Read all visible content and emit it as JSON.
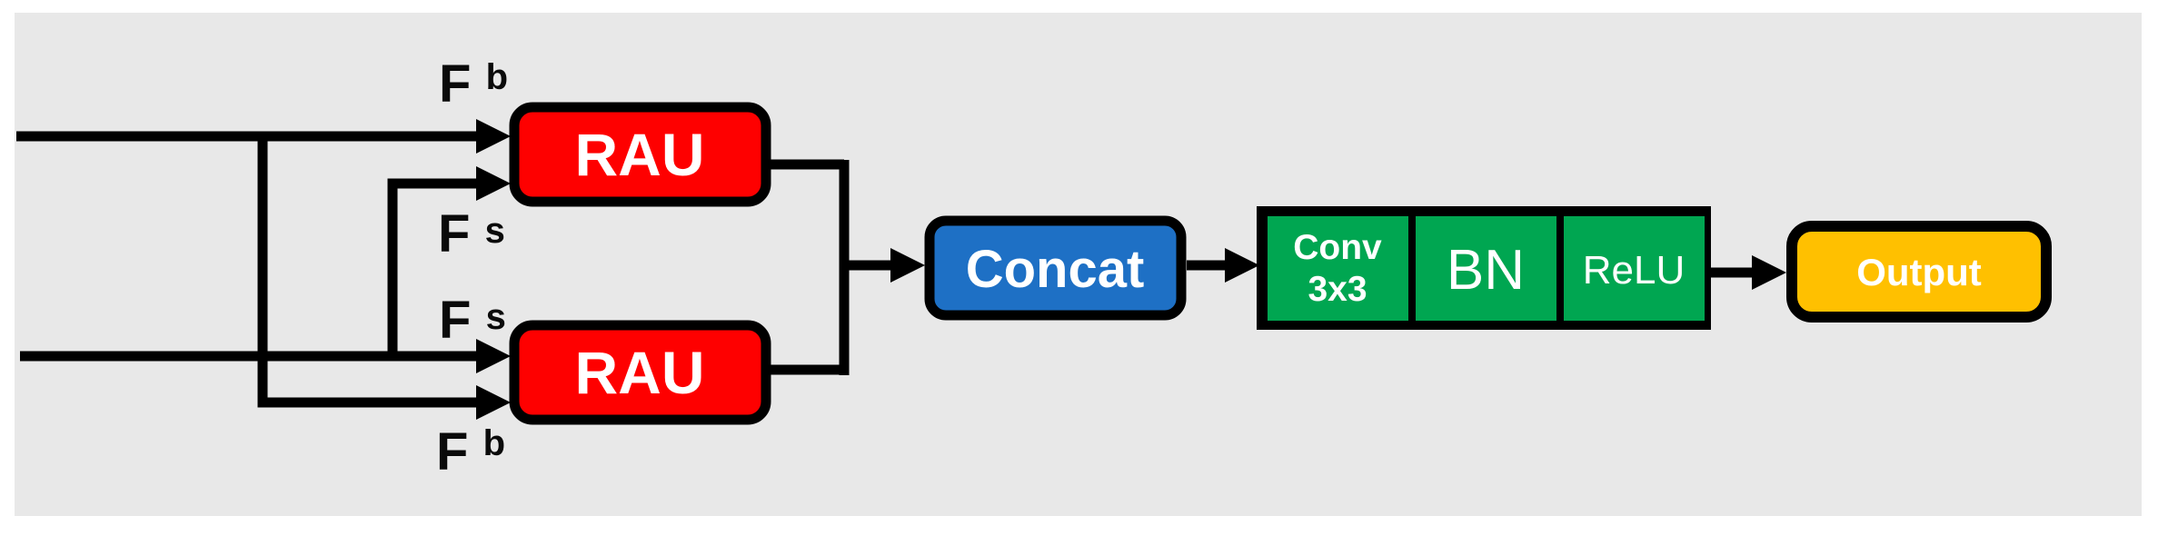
{
  "diagram": {
    "description": "Feature fusion block: two input feature streams (Fb, Fs) are cross-fed into two RAU units, concatenated, passed through Conv 3x3 + BN + ReLU, producing the output.",
    "colors": {
      "panel": "#e8e8e8",
      "wire": "#000000",
      "rau": "#fe0000",
      "concat": "#1e70c5",
      "green": "#00a651",
      "output_fill": "#ffc000",
      "label": "#0a0a0a",
      "node_text": "#ffffff"
    },
    "labels": {
      "input_top": {
        "base": "F",
        "sup": "b"
      },
      "input_upper_mid": {
        "base": "F",
        "sup": "s"
      },
      "input_lower_mid": {
        "base": "F",
        "sup": "s"
      },
      "input_bottom": {
        "base": "F",
        "sup": "b"
      }
    },
    "nodes": {
      "rau_top": "RAU",
      "rau_bottom": "RAU",
      "concat": "Concat",
      "conv_line1": "Conv",
      "conv_line2": "3x3",
      "bn": "BN",
      "relu": "ReLU",
      "output": "Output"
    },
    "edges": [
      {
        "from": "input Fb (top stream)",
        "to": "RAU (top) input 1"
      },
      {
        "from": "input Fs (branch of bottom stream)",
        "to": "RAU (top) input 2"
      },
      {
        "from": "input Fs (bottom stream)",
        "to": "RAU (bottom) input 1"
      },
      {
        "from": "input Fb (branch of top stream)",
        "to": "RAU (bottom) input 2"
      },
      {
        "from": "RAU (top) + RAU (bottom)",
        "to": "Concat (merged arrow)"
      },
      {
        "from": "Concat",
        "to": "Conv 3x3 / BN / ReLU group"
      },
      {
        "from": "ReLU",
        "to": "Output"
      }
    ]
  }
}
